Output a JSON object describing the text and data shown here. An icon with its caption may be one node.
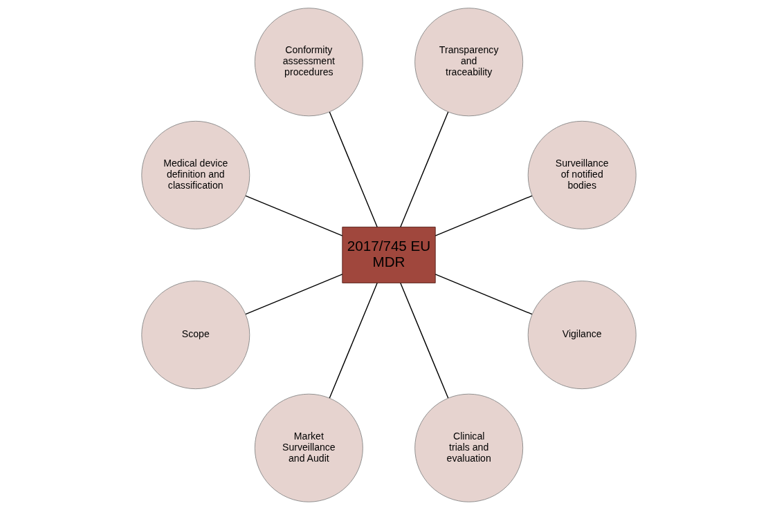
{
  "diagram": {
    "nodes": [
      {
        "text": [
          "Surveillance of notified bodies"
        ]
      },
      {
        "text": [
          "Transparency and traceability"
        ]
      },
      {
        "text": [
          "Conformity assessment procedures"
        ]
      },
      {
        "text": [
          "Medical device definition and classification"
        ]
      },
      {
        "text": [
          "2017/745 EU MDR"
        ]
      },
      {
        "text": [
          "Scope"
        ]
      },
      {
        "text": [
          "Market Surveillance and Audit"
        ]
      },
      {
        "text": [
          "Clinical trials and evaluation"
        ]
      },
      {
        "text": [
          "Vigilance"
        ]
      }
    ],
    "edges": [
      {
        "from": 4,
        "to": 0,
        "arrow": "none"
      },
      {
        "from": 4,
        "to": 2,
        "arrow": "none"
      },
      {
        "from": 4,
        "to": 5,
        "arrow": "none"
      },
      {
        "from": 4,
        "to": 7,
        "arrow": "none"
      },
      {
        "from": 4,
        "to": 8,
        "arrow": "none"
      },
      {
        "from": 4,
        "to": 6,
        "arrow": "none"
      },
      {
        "from": 4,
        "to": 3,
        "arrow": "none"
      },
      {
        "from": 4,
        "to": 1,
        "arrow": "none"
      }
    ]
  }
}
